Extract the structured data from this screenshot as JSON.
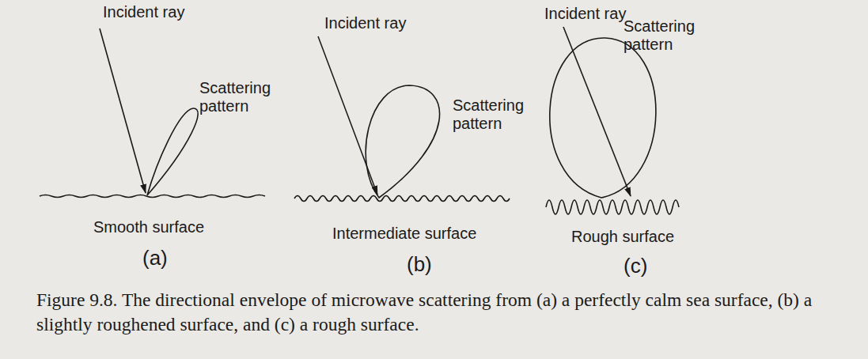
{
  "diagram": {
    "caption": "Figure 9.8. The directional envelope of microwave scattering from (a) a perfectly calm sea surface, (b) a slightly roughened surface, and (c) a rough surface.",
    "labels": [
      "Incident ray",
      "Scattering pattern",
      "Smooth surface",
      "(a)",
      "Incident ray",
      "Scattering pattern",
      "Intermediate surface",
      "(b)",
      "Incident ray",
      "Scattering pattern",
      "Rough surface",
      "(c)"
    ]
  }
}
